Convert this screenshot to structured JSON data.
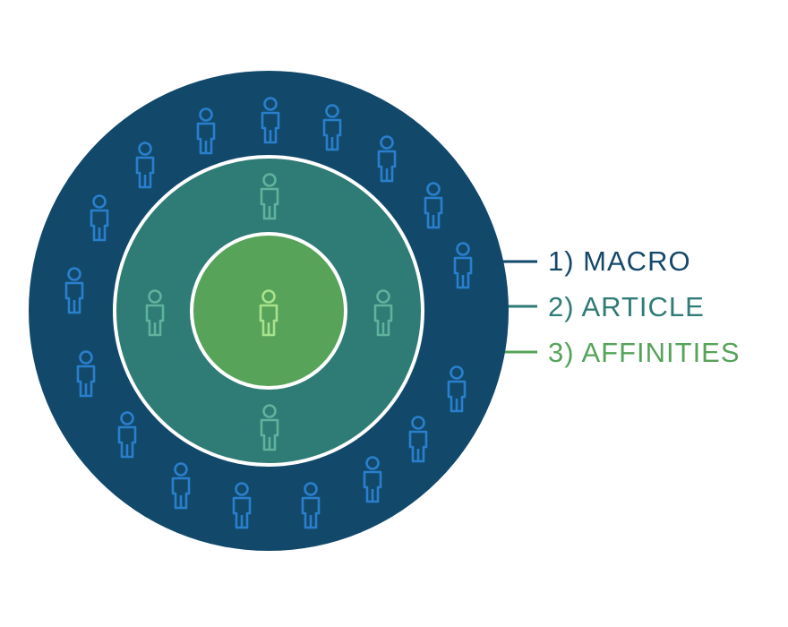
{
  "labels": {
    "macro": "1) MACRO",
    "article": "2) ARTICLE",
    "affinities": "3) AFFINITIES"
  },
  "colors": {
    "macro": "#12496b",
    "article": "#2f7b76",
    "affinities": "#58a35a",
    "macro_text": "#14486a",
    "article_text": "#2f7b76",
    "affinities_text": "#56a35a",
    "macro_icon": "#2a7fcc",
    "article_icon": "#5fb39c",
    "affinities_icon": "#a8e28c",
    "ring_border": "#ffffff"
  },
  "icons": {
    "person": "person-icon"
  }
}
